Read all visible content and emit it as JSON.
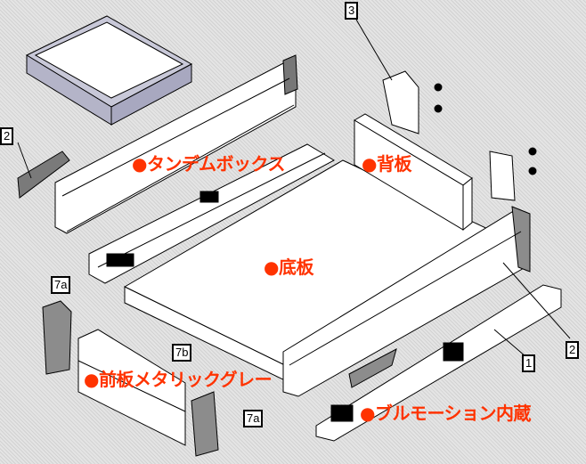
{
  "callouts": {
    "tandembox": "●タンデムボックス",
    "back_panel": "●背板",
    "bottom_panel": "●底板",
    "front_panel": "●前板メタリックグレー",
    "blumotion": "●ブルモーション内蔵"
  },
  "part_numbers": {
    "p3": "3",
    "p2_left": "2",
    "p2_right": "2",
    "p7a_left": "7a",
    "p7b": "7b",
    "p7a_bottom": "7a",
    "p1": "1"
  },
  "colors": {
    "callout": "#ff3300",
    "part_gray": "#8c8c8c"
  }
}
